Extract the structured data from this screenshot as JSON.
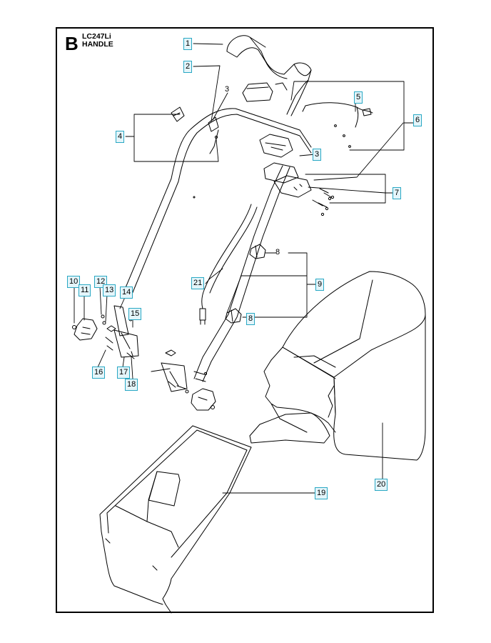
{
  "header": {
    "section_letter": "B",
    "model": "LC247Li",
    "title": "HANDLE"
  },
  "callouts": [
    {
      "id": "c1",
      "label": "1"
    },
    {
      "id": "c2",
      "label": "2"
    },
    {
      "id": "c3a",
      "label": "3"
    },
    {
      "id": "c3b",
      "label": "3"
    },
    {
      "id": "c4",
      "label": "4"
    },
    {
      "id": "c5",
      "label": "5"
    },
    {
      "id": "c6",
      "label": "6"
    },
    {
      "id": "c7",
      "label": "7"
    },
    {
      "id": "c8a",
      "label": "8"
    },
    {
      "id": "c8b",
      "label": "8"
    },
    {
      "id": "c9",
      "label": "9"
    },
    {
      "id": "c10",
      "label": "10"
    },
    {
      "id": "c11",
      "label": "11"
    },
    {
      "id": "c12",
      "label": "12"
    },
    {
      "id": "c13",
      "label": "13"
    },
    {
      "id": "c14",
      "label": "14"
    },
    {
      "id": "c15",
      "label": "15"
    },
    {
      "id": "c16",
      "label": "16"
    },
    {
      "id": "c17",
      "label": "17"
    },
    {
      "id": "c18",
      "label": "18"
    },
    {
      "id": "c19",
      "label": "19"
    },
    {
      "id": "c20",
      "label": "20"
    },
    {
      "id": "c21",
      "label": "21"
    }
  ],
  "colors": {
    "callout_border": "#29a8c4",
    "callout_fill": "#e4f5fa",
    "line": "#000000"
  }
}
